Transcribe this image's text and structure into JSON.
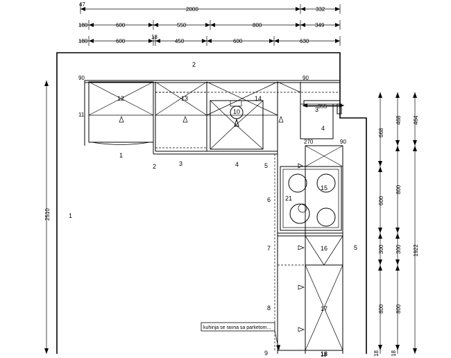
{
  "dimensions": {
    "row1": [
      "47",
      "2000",
      "332"
    ],
    "row2": [
      "180",
      "600",
      "550",
      "800",
      "349"
    ],
    "row3": [
      "180",
      "600",
      "18",
      "450",
      "600",
      "630"
    ],
    "right_col1": [
      "668",
      "600",
      "300",
      "800",
      "18"
    ],
    "right_col2": [
      "468",
      "800",
      "300",
      "800",
      "18"
    ],
    "right_col3": [
      "464",
      "1922"
    ],
    "left_total": "2510",
    "inner": [
      "355",
      "270",
      "90",
      "90",
      "90",
      "11",
      "18"
    ]
  },
  "labels": {
    "wall": [
      "1",
      "2",
      "5"
    ],
    "units": [
      "1",
      "2",
      "3",
      "3",
      "4",
      "4",
      "5",
      "6",
      "7",
      "8",
      "9",
      "10",
      "12",
      "13",
      "14",
      "15",
      "16",
      "17",
      "18",
      "21"
    ]
  },
  "note": "kuhinja se ravna sa parketom..."
}
